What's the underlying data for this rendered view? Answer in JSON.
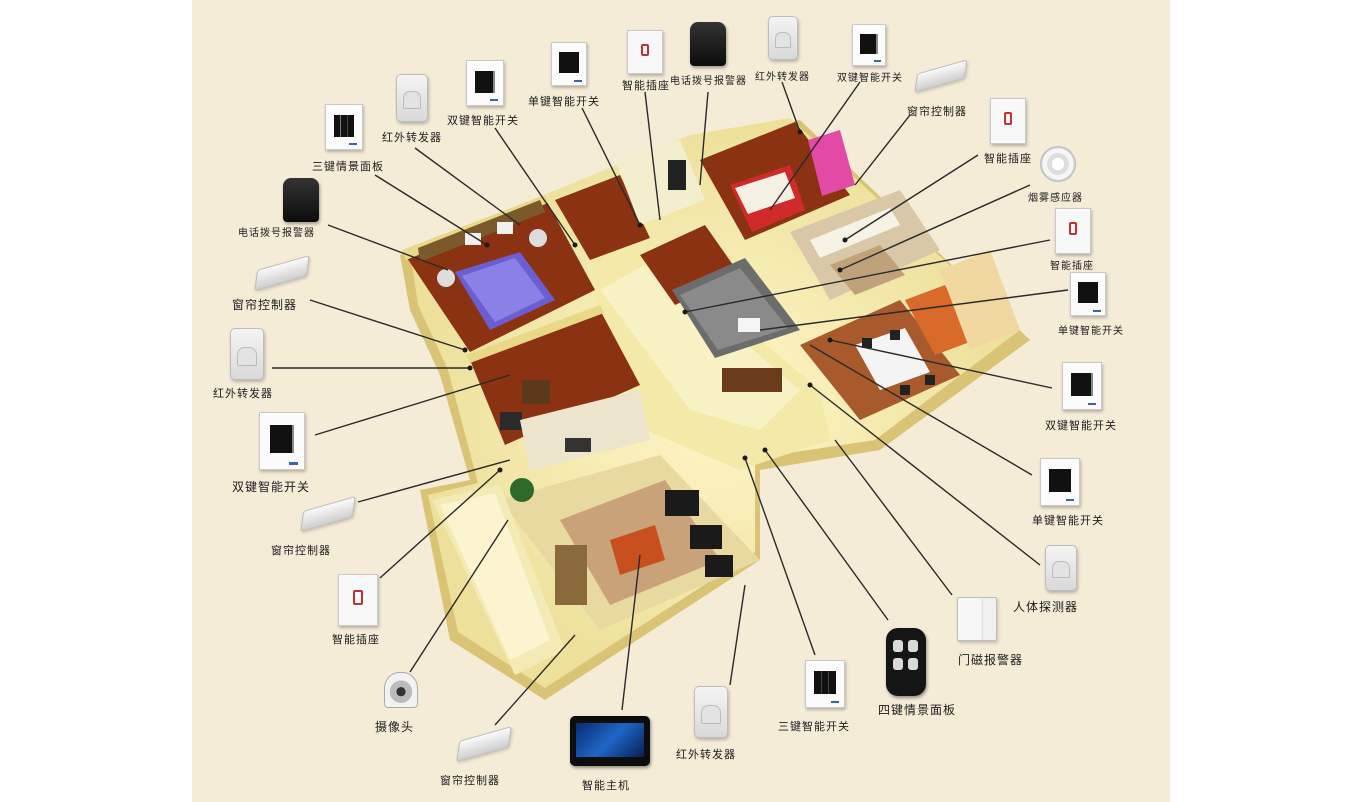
{
  "labels": {
    "three_key_scene_panel": "三键情景面板",
    "ir_transponder_tl": "红外转发器",
    "double_switch_top": "双键智能开关",
    "single_switch_top": "单键智能开关",
    "smart_socket_top": "智能插座",
    "phone_dialer_top": "电话拨号报警器",
    "ir_transponder_top": "红外转发器",
    "double_switch_top_right": "双键智能开关",
    "curtain_controller_tr": "窗帘控制器",
    "smart_socket_r1": "智能插座",
    "smoke_detector": "烟雾感应器",
    "smart_socket_r2": "智能插座",
    "single_switch_r1": "单键智能开关",
    "double_switch_r": "双键智能开关",
    "single_switch_r2": "单键智能开关",
    "body_detector": "人体探测器",
    "door_sensor": "门磁报警器",
    "four_key_scene_panel": "四键情景面板",
    "three_key_switch_bottom": "三键智能开关",
    "ir_transponder_bottom": "红外转发器",
    "smart_host": "智能主机",
    "curtain_controller_bottom": "窗帘控制器",
    "camera": "摄像头",
    "smart_socket_left": "智能插座",
    "curtain_controller_left": "窗帘控制器",
    "double_switch_left": "双键智能开关",
    "ir_transponder_left": "红外转发器",
    "curtain_controller_left_top": "窗帘控制器",
    "phone_dialer_left": "电话拨号报警器"
  },
  "colors": {
    "background_panel": "#f5ecd8",
    "floor_tile": "#f0e5a8",
    "wall_top": "#e7d789",
    "wood_floor": "#8a3212",
    "leader_line": "#2a2a2a"
  },
  "icons": {
    "switch": "wall-switch-icon",
    "socket": "wall-socket-icon",
    "ir": "ir-transponder-icon",
    "curtain": "curtain-controller-icon",
    "dialer": "phone-dialer-icon",
    "smoke": "smoke-detector-icon",
    "camera": "camera-icon",
    "door": "door-sensor-icon",
    "remote": "remote-control-icon",
    "host": "smart-host-icon"
  }
}
